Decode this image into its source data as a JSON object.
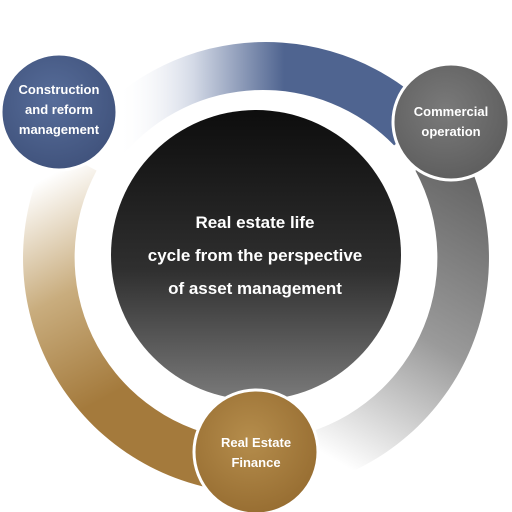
{
  "center": {
    "label": "Real estate life\ncycle from the perspective\nof asset management"
  },
  "nodes": [
    {
      "id": "construction",
      "label": "Construction\nand reform\nmanagement",
      "color": "#4a5e8a"
    },
    {
      "id": "commercial",
      "label": "Commercial\noperation",
      "color": "#6e6e6e"
    },
    {
      "id": "finance",
      "label": "Real Estate\nFinance",
      "color": "#a8803f"
    }
  ],
  "colors": {
    "center_top": "#0d0d0d",
    "center_bottom": "#7a7a7a",
    "ring_blue": "#4f6490",
    "ring_gray": "#6c6c6c",
    "ring_gold": "#a47a3c",
    "node_stroke": "#ffffff"
  }
}
